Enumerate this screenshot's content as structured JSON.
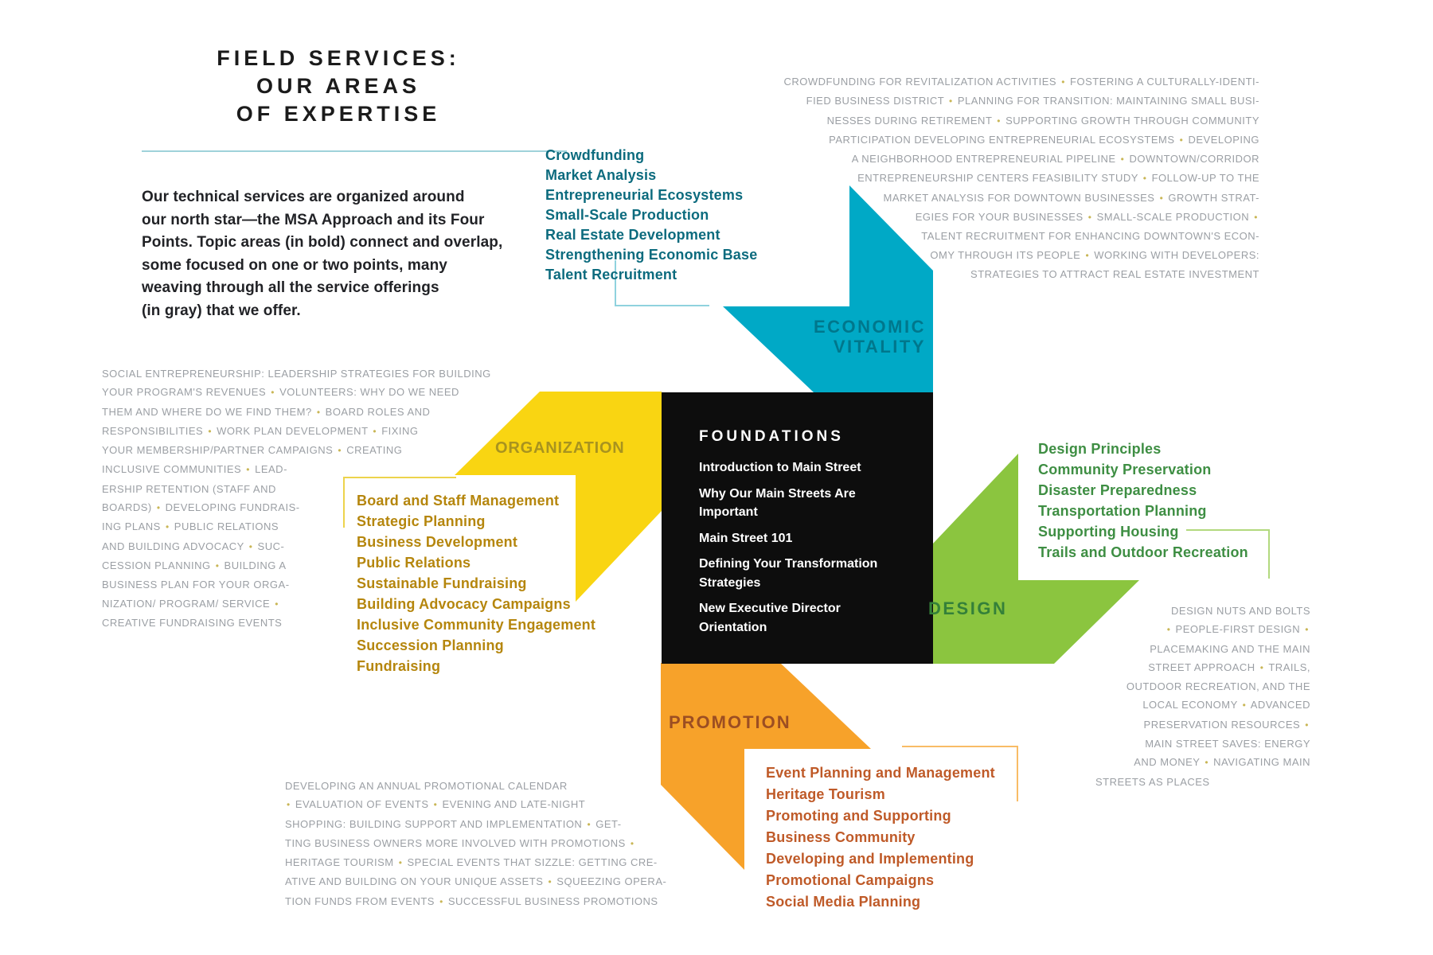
{
  "title": {
    "lines": [
      "FIELD SERVICES:",
      "OUR AREAS",
      "OF EXPERTISE"
    ]
  },
  "intro": {
    "lines": [
      "Our technical services are organized around",
      "our north star—the MSA Approach and its Four",
      "Points. Topic areas (in bold) connect and overlap,",
      "some focused on one or two points, many",
      "weaving through all the service offerings",
      "(in gray) that we offer."
    ]
  },
  "foundations": {
    "heading": "FOUNDATIONS",
    "items": [
      "Introduction to Main Street",
      "Why Our Main Streets Are Important",
      "Main Street 101",
      "Defining Your Transformation Strategies",
      "New Executive Director Orientation"
    ]
  },
  "quadrants": {
    "economic_vitality": {
      "label_lines": [
        "ECONOMIC",
        "VITALITY"
      ],
      "bold_topics": [
        "Crowdfunding",
        "Market Analysis",
        "Entrepreneurial Ecosystems",
        "Small-Scale Production",
        "Real Estate Development",
        "Strengthening Economic Base",
        "Talent Recruitment"
      ],
      "gray_lines": [
        "CROWDFUNDING FOR REVITALIZATION ACTIVITIES • FOSTERING A CULTURALLY-IDENTI-",
        "FIED BUSINESS DISTRICT • PLANNING FOR TRANSITION: MAINTAINING SMALL BUSI-",
        "NESSES DURING RETIREMENT • SUPPORTING GROWTH THROUGH COMMUNITY",
        "PARTICIPATION DEVELOPING ENTREPRENEURIAL ECOSYSTEMS • DEVELOPING",
        "A NEIGHBORHOOD ENTREPRENEURIAL PIPELINE • DOWNTOWN/CORRIDOR",
        "ENTREPRENEURSHIP CENTERS FEASIBILITY STUDY • FOLLOW-UP TO THE",
        "MARKET ANALYSIS FOR DOWNTOWN BUSINESSES • GROWTH STRAT-",
        "EGIES FOR YOUR BUSINESSES • SMALL-SCALE PRODUCTION •",
        "TALENT RECRUITMENT FOR ENHANCING DOWNTOWN'S ECON-",
        "OMY THROUGH ITS PEOPLE • WORKING WITH DEVELOPERS:",
        "STRATEGIES TO ATTRACT REAL ESTATE INVESTMENT"
      ],
      "colors": {
        "arm": "#00a9c6",
        "label": "#00778c",
        "topic_text": "#0c6b7e",
        "bracket": "#8fd2de"
      }
    },
    "design": {
      "label": "DESIGN",
      "bold_topics": [
        "Design Principles",
        "Community Preservation",
        "Disaster Preparedness",
        "Transportation Planning",
        "Supporting Housing",
        "Trails and Outdoor Recreation"
      ],
      "gray_lines": [
        "DESIGN NUTS AND BOLTS",
        "• PEOPLE-FIRST DESIGN •",
        "PLACEMAKING AND THE MAIN",
        "STREET APPROACH • TRAILS,",
        "OUTDOOR RECREATION, AND THE",
        "LOCAL ECONOMY • ADVANCED",
        "PRESERVATION RESOURCES •",
        "MAIN STREET SAVES: ENERGY",
        "AND MONEY • NAVIGATING MAIN",
        "STREETS AS PLACES"
      ],
      "colors": {
        "arm": "#8bc53f",
        "label": "#348039",
        "topic_text": "#3e8e43",
        "bracket": "#b2d97e"
      }
    },
    "promotion": {
      "label": "PROMOTION",
      "bold_topics": [
        "Event Planning and Management",
        "Heritage Tourism",
        "Promoting and Supporting",
        "Business Community",
        "Developing and Implementing",
        "Promotional Campaigns",
        "Social Media Planning"
      ],
      "gray_lines": [
        "DEVELOPING AN ANNUAL PROMOTIONAL CALENDAR",
        "• EVALUATION OF EVENTS • EVENING AND LATE-NIGHT",
        "SHOPPING: BUILDING SUPPORT AND IMPLEMENTATION • GET-",
        "TING BUSINESS OWNERS MORE INVOLVED WITH PROMOTIONS •",
        "HERITAGE TOURISM • SPECIAL EVENTS THAT SIZZLE: GETTING CRE-",
        "ATIVE AND BUILDING ON YOUR UNIQUE ASSETS • SQUEEZING OPERA-",
        "TION FUNDS FROM EVENTS • SUCCESSFUL BUSINESS PROMOTIONS"
      ],
      "colors": {
        "arm": "#f7a22a",
        "label": "#9c4e22",
        "topic_text": "#bf5a28",
        "bracket": "#f9bc66"
      }
    },
    "organization": {
      "label": "ORGANIZATION",
      "bold_topics": [
        "Board and Staff Management",
        "Strategic Planning",
        "Business Development",
        "Public Relations",
        "Sustainable Fundraising",
        "Building Advocacy Campaigns",
        "Inclusive Community Engagement",
        "Succession Planning",
        "Fundraising"
      ],
      "gray_lines": [
        "SOCIAL ENTREPRENEURSHIP: LEADERSHIP STRATEGIES FOR BUILDING",
        "YOUR PROGRAM'S REVENUES • VOLUNTEERS: WHY DO WE NEED",
        "THEM AND WHERE DO WE FIND THEM? • BOARD ROLES AND",
        "RESPONSIBILITIES • WORK PLAN DEVELOPMENT • FIXING",
        "YOUR MEMBERSHIP/PARTNER CAMPAIGNS • CREATING",
        "INCLUSIVE COMMUNITIES • LEAD-",
        "ERSHIP RETENTION (STAFF AND",
        "BOARDS) • DEVELOPING FUNDRAIS-",
        "ING PLANS • PUBLIC RELATIONS",
        "AND BUILDING ADVOCACY • SUC-",
        "CESSION PLANNING • BUILDING A",
        "BUSINESS PLAN FOR YOUR ORGA-",
        "NIZATION/ PROGRAM/ SERVICE •",
        "CREATIVE FUNDRAISING EVENTS"
      ],
      "colors": {
        "arm": "#f9d512",
        "label": "#a8931f",
        "topic_text": "#b5860d",
        "bracket": "#edd34c"
      }
    }
  },
  "colors": {
    "background": "#ffffff",
    "foundations_box": "#0d0d0d",
    "foundations_text": "#ffffff",
    "gray_text": "#9b9fa4",
    "bullet": "#c9b656",
    "title_text": "#1b1b1b",
    "title_rule": "#9fd2da"
  }
}
